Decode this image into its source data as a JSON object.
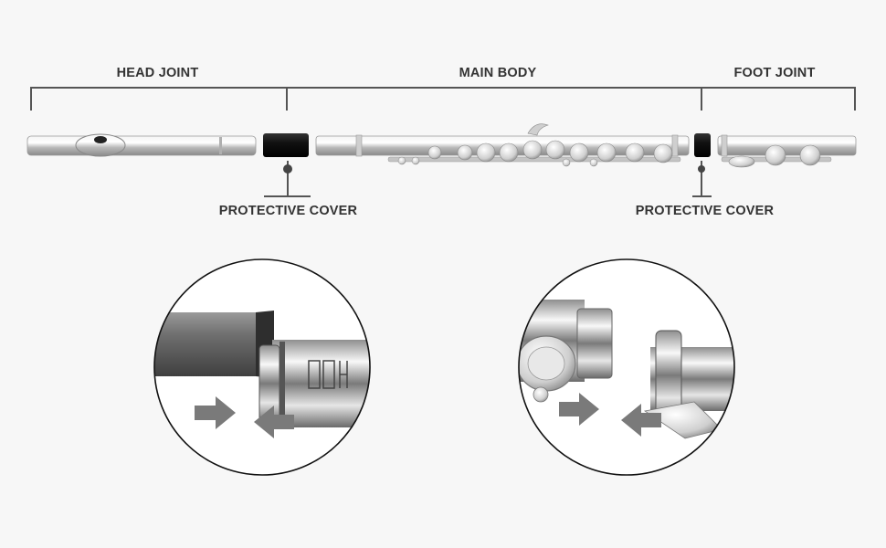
{
  "labels": {
    "head_joint": "HEAD JOINT",
    "main_body": "MAIN BODY",
    "foot_joint": "FOOT JOINT",
    "protective_cover_left": "PROTECTIVE COVER",
    "protective_cover_right": "PROTECTIVE COVER"
  },
  "colors": {
    "background": "#f7f7f7",
    "bracket": "#555555",
    "silver": "#d6d6d6",
    "cover_black": "#111111",
    "arrow_gray": "#777777"
  }
}
